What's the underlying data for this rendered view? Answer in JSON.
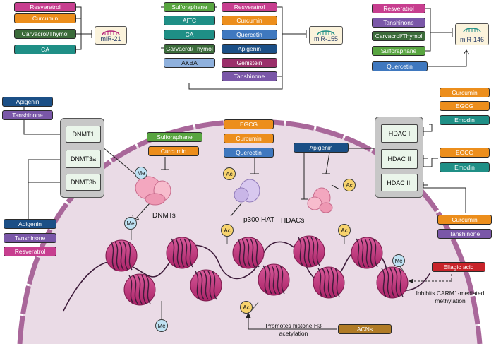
{
  "colors": {
    "resveratrol": "#c73e8f",
    "curcumin": "#ec8e1c",
    "carvacrol_thymol": "#3b6b3a",
    "ca": "#1f8f86",
    "sulforaphane": "#58a540",
    "aitc": "#1f8f86",
    "akba": "#8fb1dd",
    "quercetin": "#3f78bf",
    "apigenin": "#1b4f86",
    "genistein": "#9b2f6a",
    "tanshinone": "#7a57a8",
    "egcg": "#ec8e1c",
    "emodin": "#1f8f86",
    "ellagic_acid": "#c8242a",
    "acns": "#b07b26",
    "nucleus": "#eadbe6",
    "membrane": "#a9679a",
    "histone": "#c9357f"
  },
  "mir21": {
    "label": "miR-21",
    "compounds": [
      "Resveratrol",
      "Curcumin",
      "Carvacrol/Thymol",
      "CA"
    ]
  },
  "mir155": {
    "label": "miR-155",
    "left_compounds": [
      "Sulforaphane",
      "AITC",
      "CA",
      "Carvacrol/Thymol",
      "AKBA"
    ],
    "right_compounds": [
      "Resveratrol",
      "Curcumin",
      "Quercetin",
      "Apigenin",
      "Genistein",
      "Tanshinone"
    ]
  },
  "mir146": {
    "label": "miR-146",
    "inhibitors": [
      "Resveratrol",
      "Tanshinone",
      "Carvacrol/Thymol",
      "Sulforaphane"
    ],
    "activator": "Quercetin"
  },
  "dnmt": {
    "top_inhibitors": [
      "Apigenin",
      "Tanshinone"
    ],
    "enzymes": [
      "DNMT1",
      "DNMT3a",
      "DNMT3b"
    ],
    "bottom_inhibitors": [
      "Apigenin",
      "Tanshinone",
      "Resveratrol"
    ],
    "inner_inhibitors": [
      "Sulforaphane",
      "Curcumin"
    ],
    "enzyme_label": "DNMTs"
  },
  "hat": {
    "inhibitors": [
      "EGCG",
      "Curcumin",
      "Quercetin"
    ],
    "label": "p300 HAT"
  },
  "hdac": {
    "inhibitor": "Apigenin",
    "label": "HDACs",
    "enzymes": [
      "HDAC I",
      "HDAC II",
      "HDAC III"
    ],
    "hdac1_inhibitors": [
      "Curcumin",
      "EGCG",
      "Emodin"
    ],
    "hdac2_inhibitors": [
      "EGCG",
      "Emodin"
    ],
    "hdac3_inhibitors": [
      "Curcumin",
      "Tanshinone"
    ]
  },
  "marks": {
    "me": "Me",
    "ac": "Ac"
  },
  "ellagic": {
    "label": "Ellagic acid",
    "note_line1": "Inhibits CARM1-mediated",
    "note_line2": "methylation"
  },
  "acns": {
    "label": "ACNs",
    "note_line1": "Promotes histone H3",
    "note_line2": "acetylation"
  }
}
